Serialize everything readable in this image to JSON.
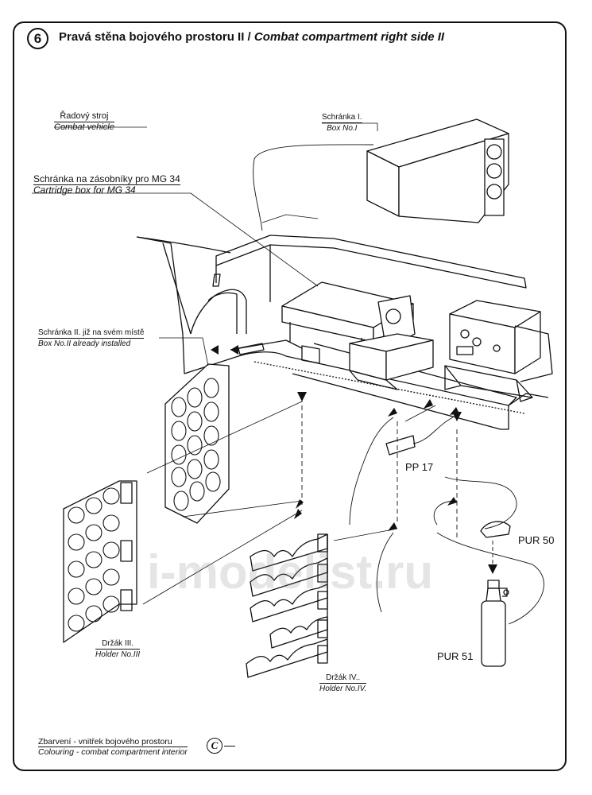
{
  "header": {
    "step_number": "6",
    "title_cz": "Pravá stěna bojového prostoru II /",
    "title_en": "Combat compartment right side II"
  },
  "labels": {
    "radovy_stroj": {
      "cz": "Řadový stroj",
      "en": "Combat vehicle"
    },
    "schranka_i": {
      "cz": "Schránka I.",
      "en": "Box No.I"
    },
    "cartridge_box": {
      "cz": "Schránka na zásobníky pro MG 34",
      "en": "Cartridge box for MG 34"
    },
    "schranka_ii": {
      "cz": "Schránka II. již na svém místě",
      "en": "Box No.II already installed"
    },
    "drzak_iii": {
      "cz": "Držák III.",
      "en": "Holder No.III"
    },
    "drzak_iv": {
      "cz": "Držák IV..",
      "en": "Holder No.IV."
    }
  },
  "parts": {
    "pp17": "PP 17",
    "pur50": "PUR 50",
    "pur51": "PUR 51"
  },
  "colouring": {
    "cz": "Zbarvení - vnitřek bojového prostoru",
    "en": "Colouring -  combat compartment interior",
    "code": "C"
  },
  "watermark": "i-modelist.ru"
}
